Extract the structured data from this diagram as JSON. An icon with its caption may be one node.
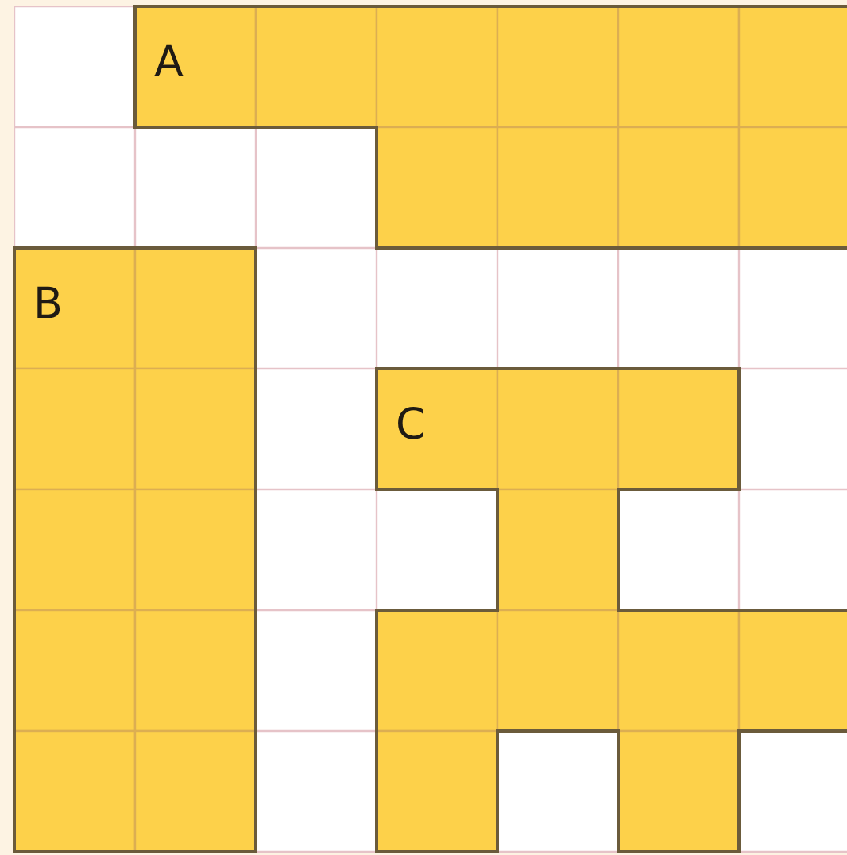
{
  "diagram": {
    "nodes": [
      {
        "text": [
          "A"
        ]
      },
      {
        "text": [
          "B"
        ]
      },
      {
        "text": [
          "C"
        ]
      }
    ]
  }
}
